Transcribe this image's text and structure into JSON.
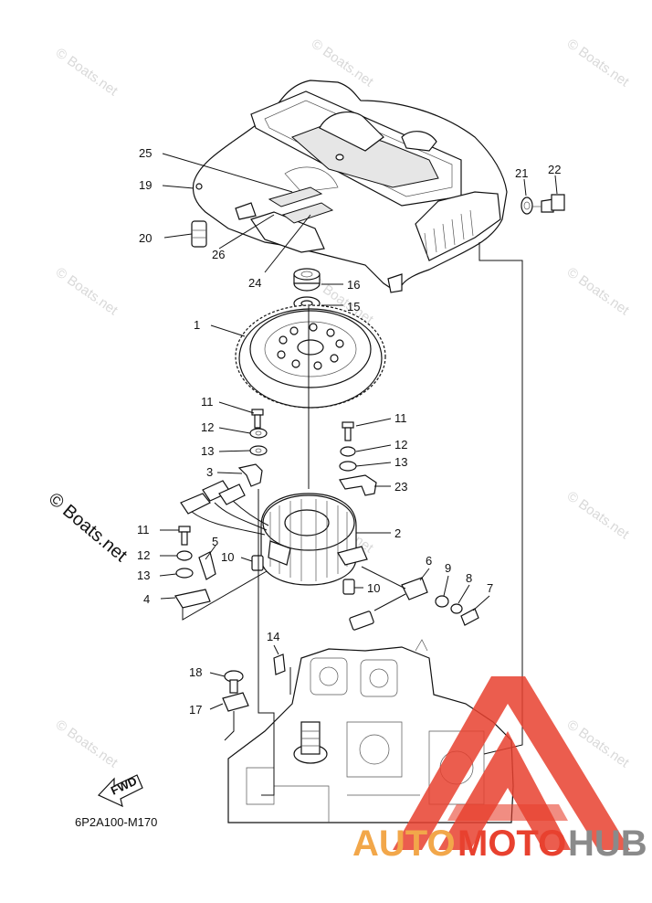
{
  "labels": {
    "p1": "1",
    "p2": "2",
    "p3": "3",
    "p4": "4",
    "p5": "5",
    "p6": "6",
    "p7": "7",
    "p8": "8",
    "p9": "9",
    "p10a": "10",
    "p10b": "10",
    "p11a": "11",
    "p11b": "11",
    "p11c": "11",
    "p12a": "12",
    "p12b": "12",
    "p12c": "12",
    "p13a": "13",
    "p13b": "13",
    "p13c": "13",
    "p14": "14",
    "p15": "15",
    "p16": "16",
    "p17": "17",
    "p18": "18",
    "p19": "19",
    "p20": "20",
    "p21": "21",
    "p22": "22",
    "p23": "23",
    "p24": "24",
    "p25": "25",
    "p26": "26"
  },
  "diagram_code": "6P2A100-M170",
  "fwd_label": "FWD",
  "watermark": {
    "small": "© Boats.net",
    "large": "© Boats.net"
  },
  "logo": {
    "part1": "AUTO",
    "part2": "MOTO",
    "part3": "HUB"
  },
  "colors": {
    "logo_orange": "#f2a74a",
    "logo_red": "#e8412f",
    "logo_gray": "#8a8a8a"
  }
}
